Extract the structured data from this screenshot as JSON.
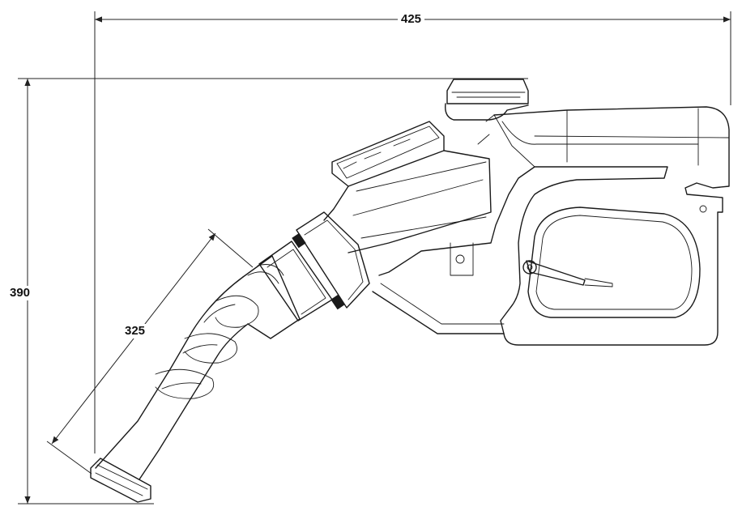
{
  "dimensions": {
    "overall_width": "425",
    "overall_height": "390",
    "spout_length": "325"
  }
}
